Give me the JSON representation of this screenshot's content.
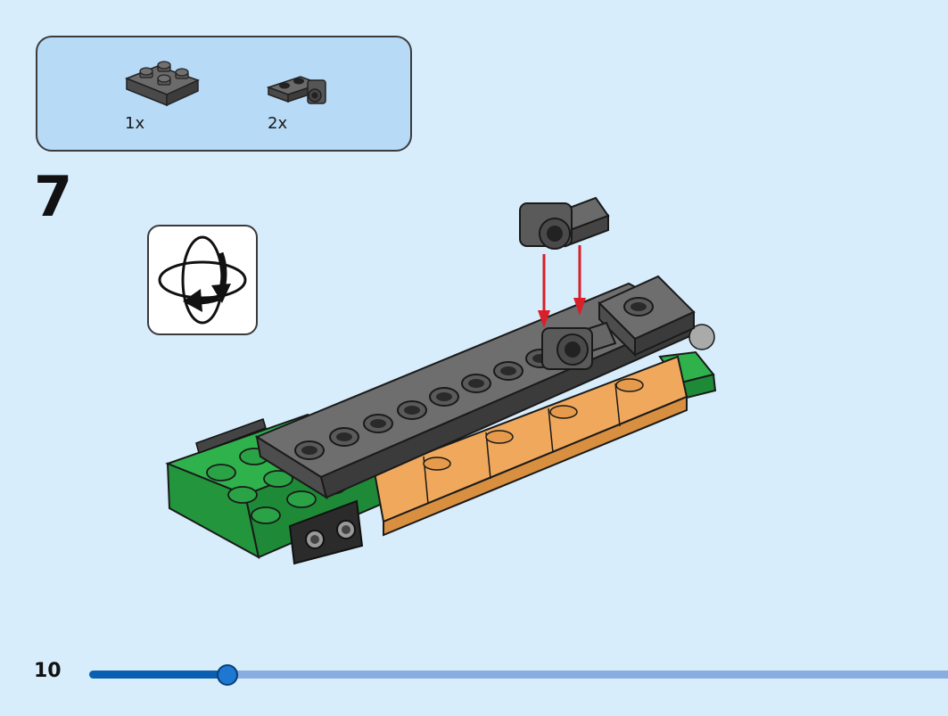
{
  "parts": [
    {
      "icon": "plate-2x2-dark-gray-icon",
      "qty": "1x"
    },
    {
      "icon": "bracket-plate-1x2-dark-gray-icon",
      "qty": "2x"
    }
  ],
  "step_number": "7",
  "rotate_icon": "rotate-model-icon",
  "page_number": "10",
  "progress": {
    "fraction": 0.16
  },
  "colors": {
    "background": "#d7edfb",
    "parts_box": "#b7daf7",
    "brick_dark_gray": "#5a5a5a",
    "brick_green": "#2fb24c",
    "brick_orange": "#f0a95c",
    "arrow_red": "#d7202a",
    "progress_fill": "#0b5fb0",
    "progress_track": "#8aaddf"
  }
}
